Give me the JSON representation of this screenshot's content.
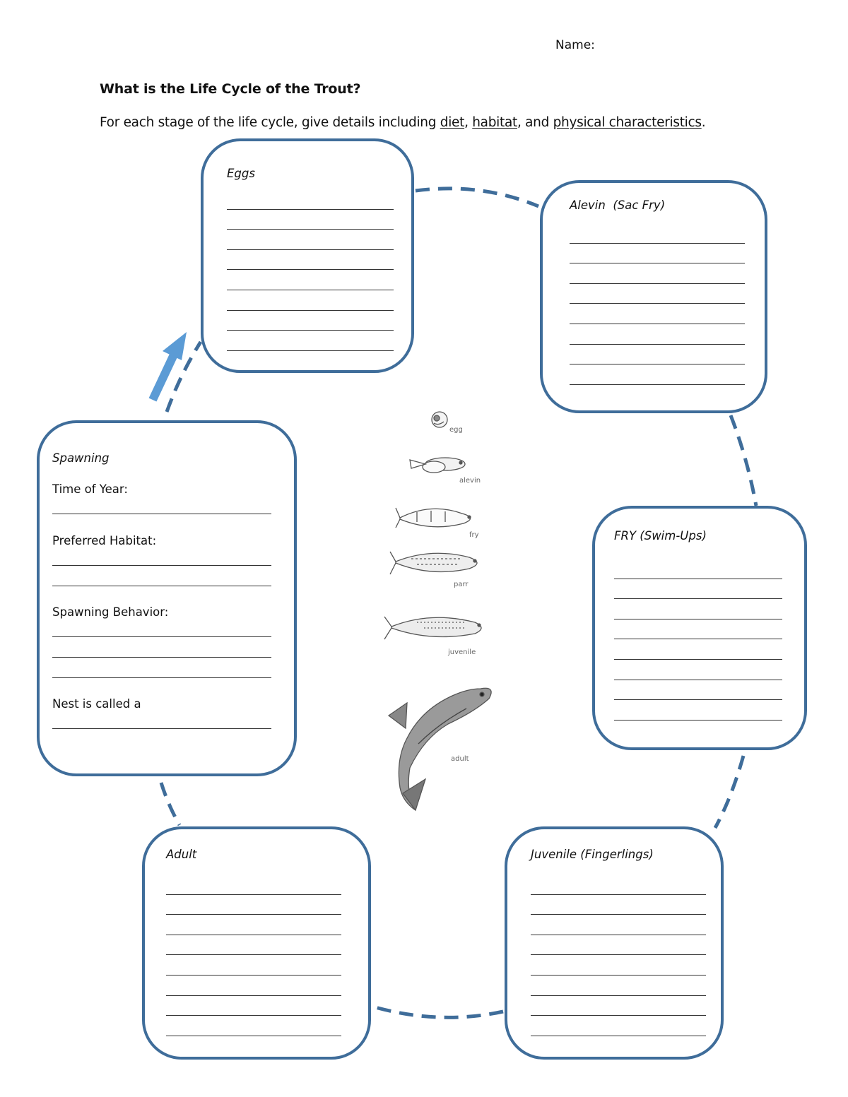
{
  "header": {
    "name_label": "Name:",
    "title": "What is the Life Cycle of the Trout?",
    "instructions_prefix": "For each stage of the life cycle, give details including ",
    "diet": "diet",
    "habitat": "habitat",
    "and_word": ", and ",
    "physical": "physical characteristics",
    "comma": ", ",
    "period": "."
  },
  "stages": {
    "eggs": {
      "title": "Eggs",
      "line_count": 8
    },
    "alevin": {
      "title": "Alevin  (Sac Fry)",
      "line_count": 8
    },
    "fry": {
      "title": "FRY (Swim-Ups)",
      "line_count": 8
    },
    "juvenile": {
      "title": "Juvenile (Fingerlings)",
      "line_count": 8
    },
    "adult": {
      "title": "Adult",
      "line_count": 8
    },
    "spawning": {
      "title": "Spawning",
      "time_of_year": "Time of Year:",
      "preferred_habitat": "Preferred Habitat:",
      "spawning_behavior": "Spawning Behavior:",
      "nest": "Nest is called a"
    }
  },
  "illustration": {
    "labels": {
      "egg": "egg",
      "alevin": "alevin",
      "fry": "fry",
      "parr": "parr",
      "juvenile": "juvenile",
      "adult": "adult"
    }
  },
  "colors": {
    "border": "#3f6d9a",
    "arrow": "#5b9bd5"
  }
}
